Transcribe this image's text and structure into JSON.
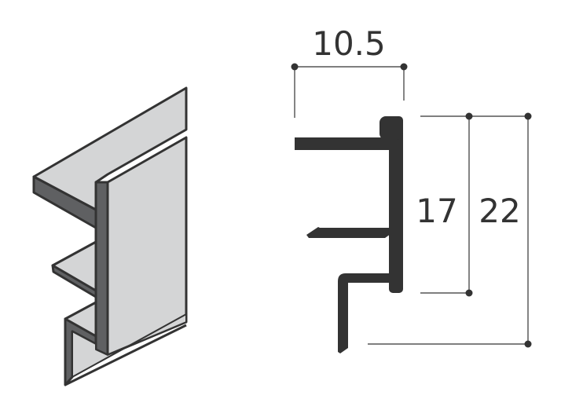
{
  "diagram": {
    "colors": {
      "profile": "#333333",
      "face": "#d4d5d6",
      "dark_face": "#5f6062",
      "line": "#333333"
    },
    "dimensions": {
      "width_label": "10.5",
      "inner_height_label": "17",
      "outer_height_label": "22"
    }
  }
}
